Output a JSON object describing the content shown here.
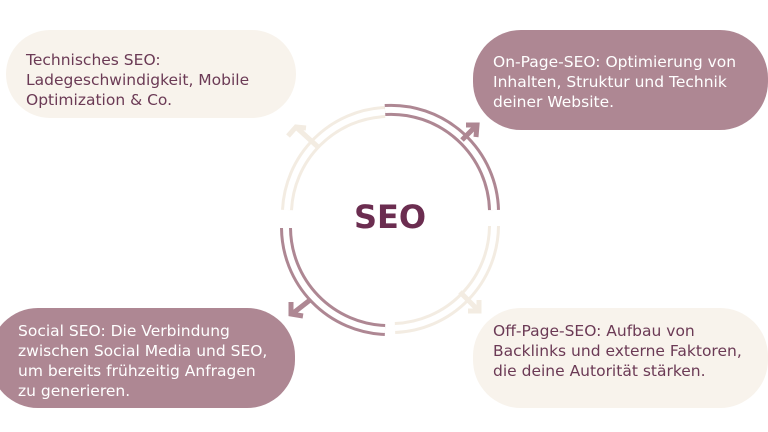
{
  "center_label": "SEO",
  "boxes": {
    "technical": "Technisches SEO: Ladegeschwindigkeit, Mobile Optimization & Co.",
    "onpage": "On-Page-SEO: Optimierung von Inhalten, Struktur und Technik deiner Website.",
    "social": "Social SEO: Die Verbindung zwischen Social Media und SEO, um bereits frühzeitig Anfragen zu generieren.",
    "offpage": "Off-Page-SEO: Aufbau von Backlinks und externe Faktoren, die deine Autorität stärken."
  },
  "colors": {
    "mauve": "#ae8793",
    "cream": "#f8f3ec",
    "title": "#6b2d50"
  }
}
